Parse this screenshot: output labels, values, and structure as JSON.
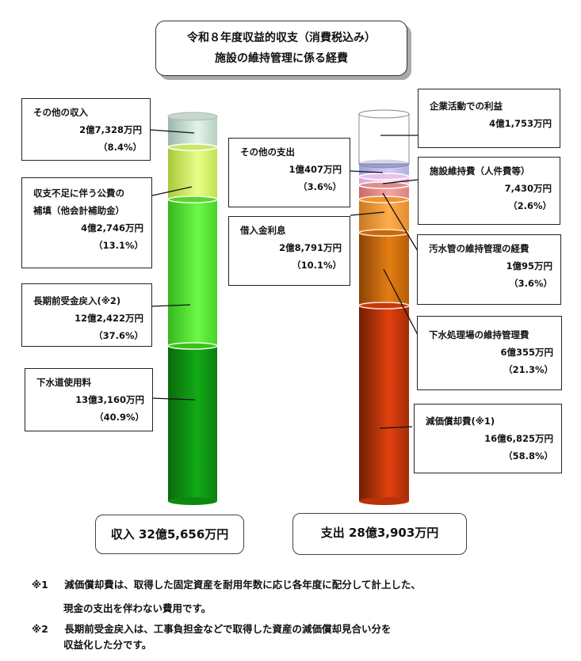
{
  "title": {
    "line1": "令和８年度収益的収支（消費税込み）",
    "line2": "施設の維持管理に係る経費"
  },
  "income": {
    "items": [
      {
        "name": "その他の収入",
        "amount": "2億7,328万円",
        "pct": "（8.4%）"
      },
      {
        "name": "収支不足に伴う公費の",
        "name2": "補填（他会計補助金）",
        "amount": "4億2,746万円",
        "pct": "（13.1%）"
      },
      {
        "name": "長期前受金戻入(※2)",
        "amount": "12億2,422万円",
        "pct": "（37.6%）"
      },
      {
        "name": "下水道使用料",
        "amount": "13億3,160万円",
        "pct": "（40.9%）"
      }
    ],
    "total": "収入 32億5,656万円"
  },
  "expense": {
    "items": [
      {
        "name": "企業活動での利益",
        "amount": "4億1,753万円"
      },
      {
        "name": "その他の支出",
        "amount": "1億407万円",
        "pct": "（3.6%）"
      },
      {
        "name": "施設維持費（人件費等）",
        "amount": "7,430万円",
        "pct": "（2.6%）"
      },
      {
        "name": "借入金利息",
        "amount": "2億8,791万円",
        "pct": "（10.1%）"
      },
      {
        "name": "汚水管の維持管理の経費",
        "amount": "1億95万円",
        "pct": "（3.6%）"
      },
      {
        "name": "下水処理場の維持管理費",
        "amount": "6億355万円",
        "pct": "（21.3%）"
      },
      {
        "name": "減価償却費(※1)",
        "amount": "16億6,825万円",
        "pct": "（58.8%）"
      }
    ],
    "total": "支出 28億3,903万円"
  },
  "notes": {
    "n1_mark": "※1",
    "n1_line1": "減価償却費は、取得した固定資産を耐用年数に応じ各年度に配分して計上した、",
    "n1_line2": "現金の支出を伴わない費用です。",
    "n2_mark": "※2",
    "n2_line1": "長期前受金戻入は、工事負担金などで取得した資産の減価償却見合い分を",
    "n2_line2": "収益化した分です。"
  },
  "colors": {
    "income_other": "#cfe6da",
    "income_subsidy": "#d4f26a",
    "income_long_term": "#5fe83a",
    "income_usage_fee": "#0f9a12",
    "expense_profit": "#ffffff",
    "expense_other": "#b3b6e6",
    "expense_facility": "#f0c2ee",
    "expense_interest": "#ea8a8a",
    "expense_sewer_pipe": "#f59a38",
    "expense_plant": "#d8720c",
    "expense_depreciation": "#d43a0c"
  },
  "chart_data": {
    "type": "bar",
    "title": "令和８年度収益的収支（消費税込み） 施設の維持管理に係る経費",
    "categories": [
      "収入",
      "支出"
    ],
    "stacked": true,
    "unit": "万円",
    "series": [
      {
        "name": "下水道使用料",
        "stack": "収入",
        "value": 133160,
        "pct": 40.9
      },
      {
        "name": "長期前受金戻入(※2)",
        "stack": "収入",
        "value": 122422,
        "pct": 37.6
      },
      {
        "name": "収支不足に伴う公費の補填（他会計補助金）",
        "stack": "収入",
        "value": 42746,
        "pct": 13.1
      },
      {
        "name": "その他の収入",
        "stack": "収入",
        "value": 27328,
        "pct": 8.4
      },
      {
        "name": "減価償却費(※1)",
        "stack": "支出",
        "value": 166825,
        "pct": 58.8
      },
      {
        "name": "下水処理場の維持管理費",
        "stack": "支出",
        "value": 60355,
        "pct": 21.3
      },
      {
        "name": "汚水管の維持管理の経費",
        "stack": "支出",
        "value": 10095,
        "pct": 3.6
      },
      {
        "name": "借入金利息",
        "stack": "支出",
        "value": 28791,
        "pct": 10.1
      },
      {
        "name": "施設維持費（人件費等）",
        "stack": "支出",
        "value": 7430,
        "pct": 2.6
      },
      {
        "name": "その他の支出",
        "stack": "支出",
        "value": 10407,
        "pct": 3.6
      },
      {
        "name": "企業活動での利益",
        "stack": "支出",
        "value": 41753
      }
    ],
    "totals": {
      "収入": 325656,
      "支出": 283903
    }
  }
}
